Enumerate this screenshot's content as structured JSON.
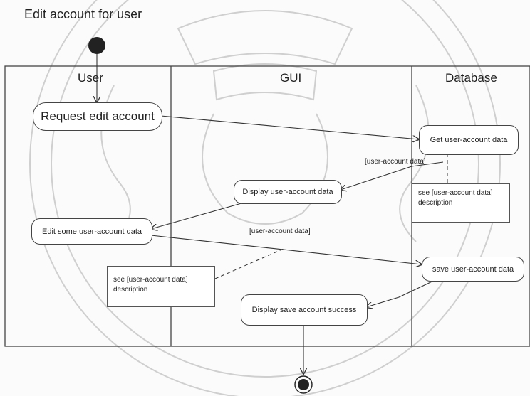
{
  "diagram": {
    "title": "Edit account for user",
    "lanes": {
      "user": "User",
      "gui": "GUI",
      "database": "Database"
    },
    "actions": {
      "request_edit": "Request edit account",
      "get_data": "Get user-account data",
      "display_data": "Display user-account data",
      "edit_some": "Edit some user-account data",
      "save_data": "save user-account data",
      "display_success": "Display save account  success"
    },
    "object_flow_labels": {
      "flow_1": "[user-account data]",
      "flow_2": "[user-account data]"
    },
    "notes": {
      "note_db": {
        "line1": "see [user-account data]",
        "line2": "description"
      },
      "note_user": {
        "line1": "see [user-account data]",
        "line2": "description"
      }
    },
    "colors": {
      "line": "#333333",
      "node_fill": "#ffffff",
      "watermark": "#c9c9c9",
      "dot": "#222222"
    }
  }
}
